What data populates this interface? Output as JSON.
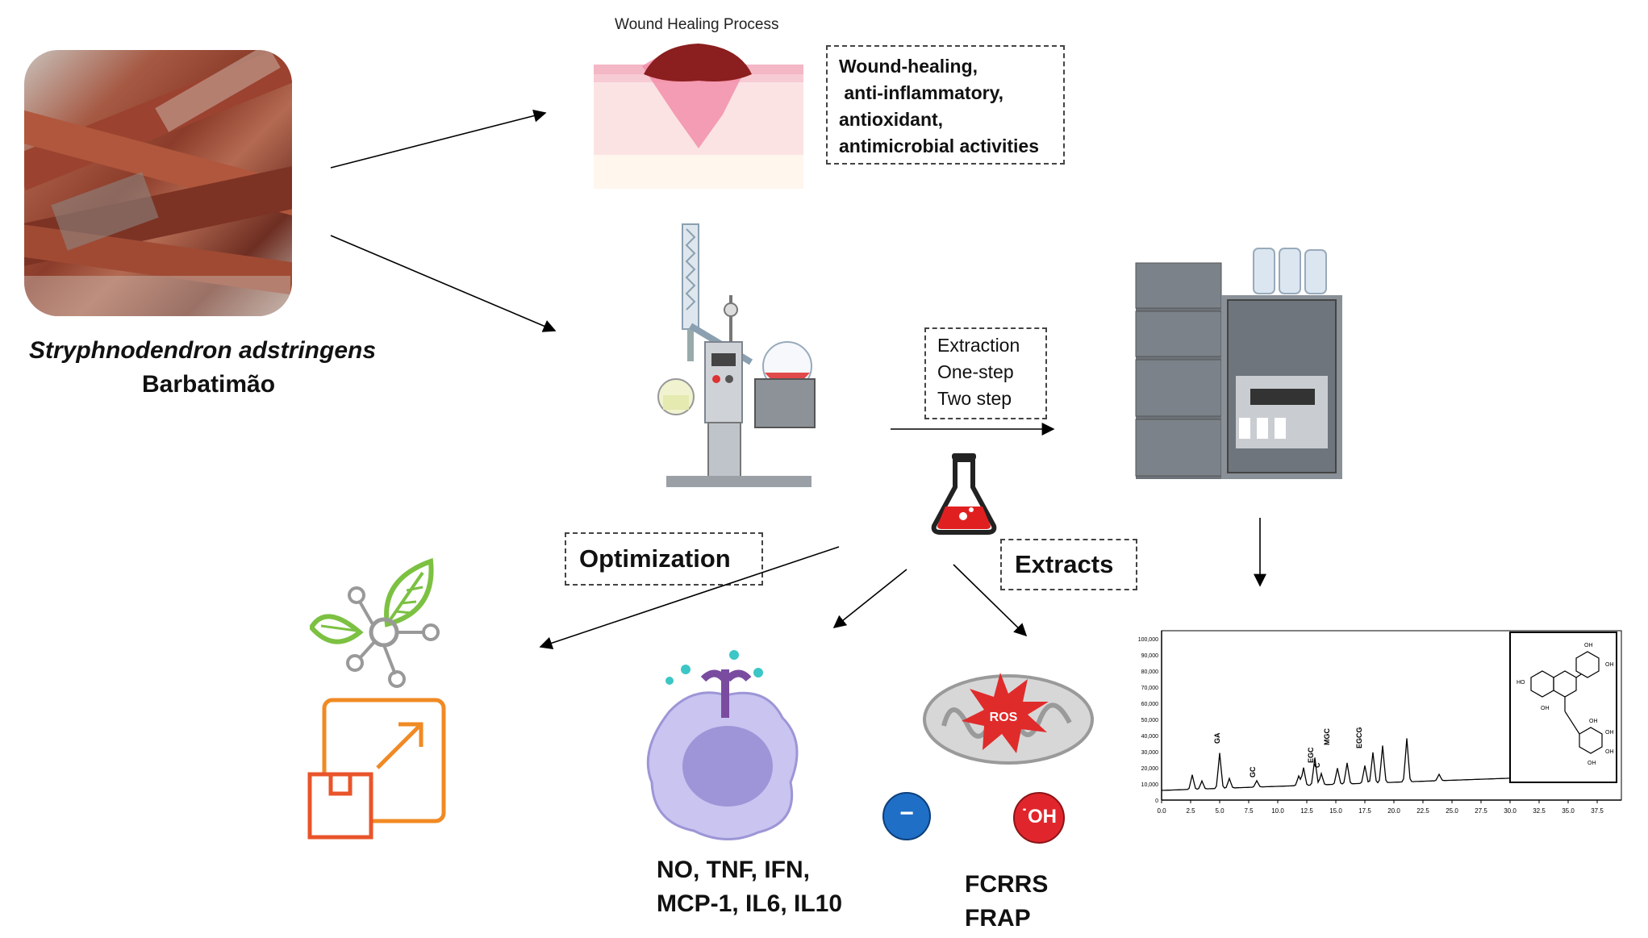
{
  "species": {
    "latin_name": "Stryphnodendron adstringens",
    "common_name": "Barbatimão"
  },
  "wound": {
    "title": "Wound Healing Process",
    "activities": [
      "Wound-healing,",
      " anti-inflammatory,",
      "antioxidant,",
      "antimicrobial activities"
    ]
  },
  "extraction": {
    "lines": [
      "Extraction",
      "One-step",
      "Two step"
    ]
  },
  "labels": {
    "optimization": "Optimization",
    "extracts": "Extracts"
  },
  "immune": {
    "line1": "NO, TNF, IFN,",
    "line2": "MCP-1, IL6, IL10"
  },
  "antioxidant": {
    "line1": "FCRRS",
    "line2": "FRAP",
    "ros": "ROS",
    "radical": "˙OH",
    "minus": "−"
  },
  "chromatogram": {
    "y_ticks": [
      "100,000",
      "90,000",
      "80,000",
      "70,000",
      "60,000",
      "50,000",
      "40,000",
      "30,000",
      "20,000",
      "10,000",
      "0"
    ],
    "x_ticks": [
      "0.0",
      "2.5",
      "5.0",
      "7.5",
      "10.0",
      "12.5",
      "15.0",
      "17.5",
      "20.0",
      "22.5",
      "25.0",
      "27.5",
      "30.0",
      "32.5",
      "35.0",
      "37.5"
    ],
    "peak_labels": [
      "GA",
      "GC",
      "EGC",
      "C",
      "MGC",
      "EGCG"
    ],
    "structure_oh": [
      "OH",
      "HO",
      "OH",
      "OH",
      "OH",
      "OH",
      "OH",
      "OH"
    ]
  },
  "colors": {
    "bark": "#a8452e",
    "blood": "#8b1e1e",
    "flask_red": "#e02020",
    "leaf_green": "#7cc142",
    "orange": "#f08a24",
    "cell": "#b9b4e6",
    "blue_ion": "#1f6fc7"
  }
}
